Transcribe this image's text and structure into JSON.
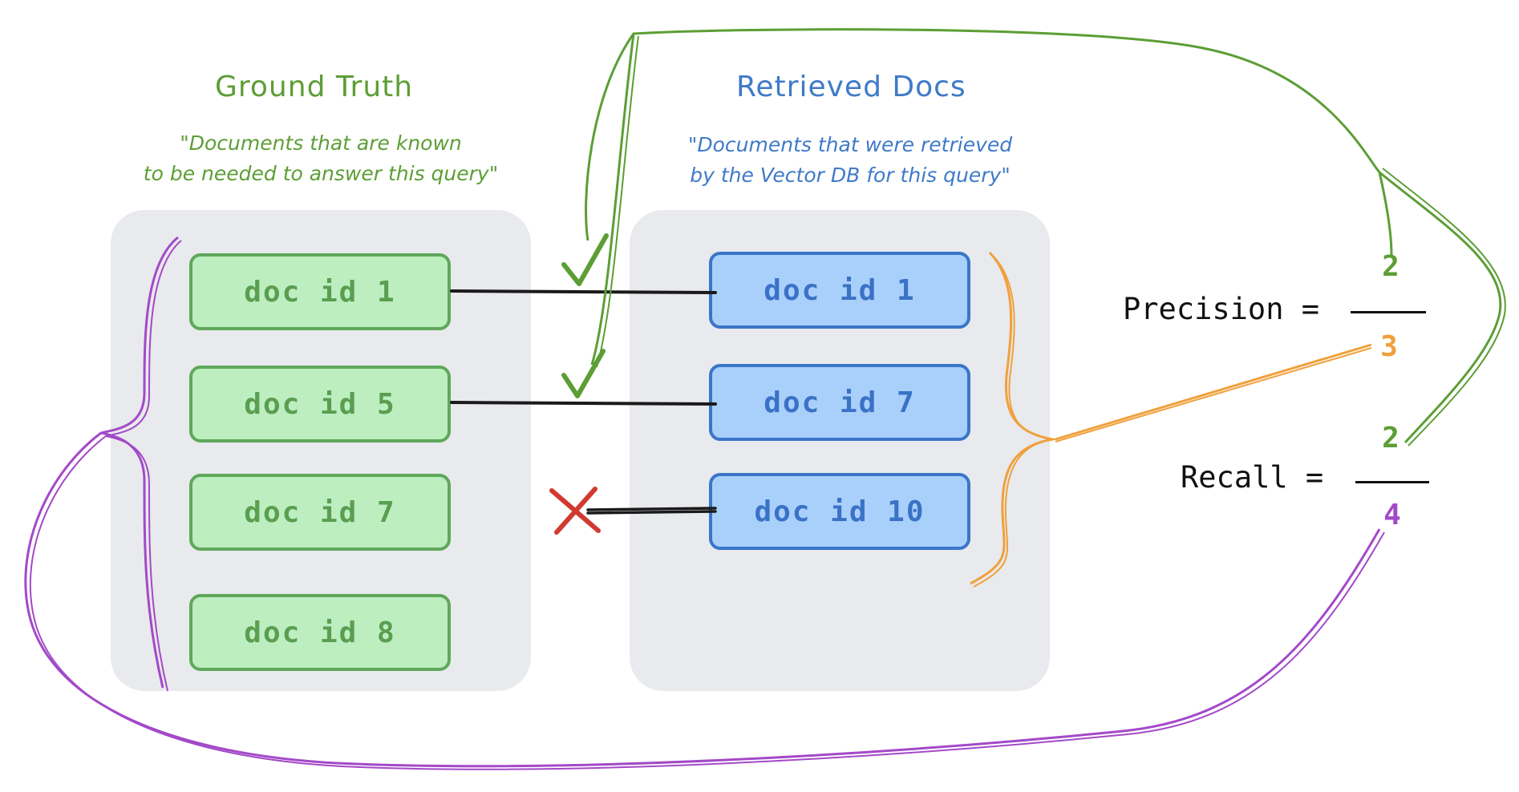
{
  "ground_truth": {
    "title": "Ground Truth",
    "description_line1": "\"Documents that are known",
    "description_line2": "to be needed to answer this query\"",
    "docs": [
      "doc id 1",
      "doc id 5",
      "doc id 7",
      "doc id 8"
    ]
  },
  "retrieved": {
    "title": "Retrieved Docs",
    "description_line1": "\"Documents that were retrieved",
    "description_line2": "by the Vector DB for this query\"",
    "docs": [
      "doc id 1",
      "doc id 7",
      "doc id 10"
    ]
  },
  "metrics": {
    "precision": {
      "label": "Precision =",
      "numerator": "2",
      "denominator": "3"
    },
    "recall": {
      "label": "Recall =",
      "numerator": "2",
      "denominator": "4"
    }
  },
  "colors": {
    "green": "#5c9e35",
    "blue": "#3f7ac8",
    "orange": "#f0a03c",
    "purple": "#a349c8",
    "red": "#d23a2f"
  }
}
